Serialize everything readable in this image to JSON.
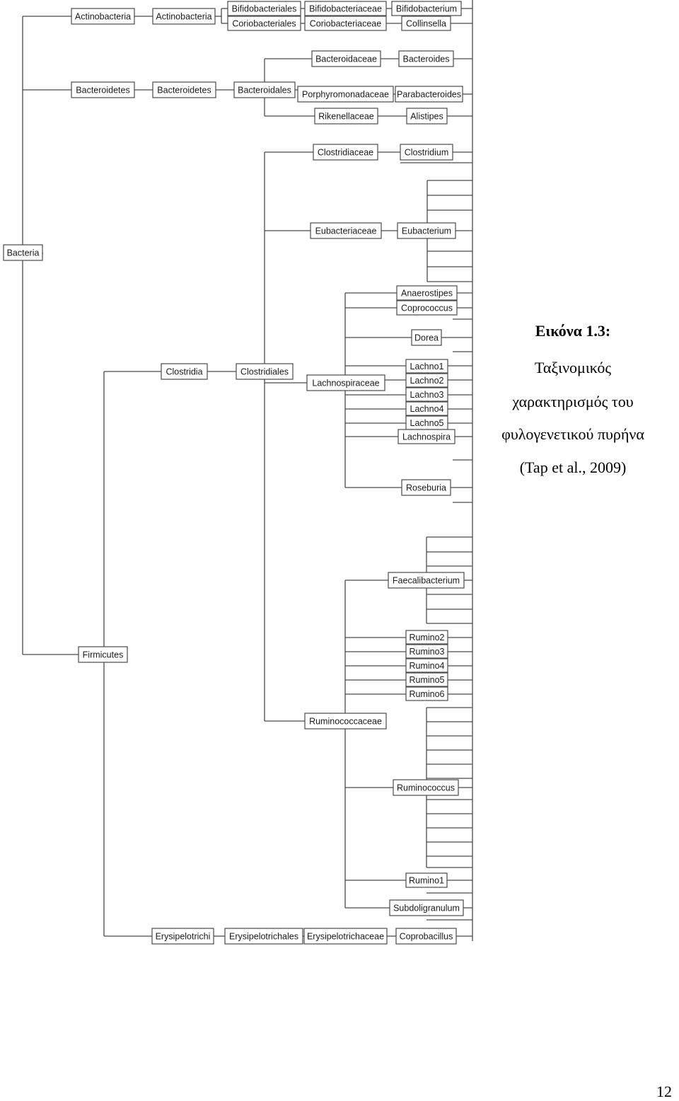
{
  "caption": {
    "title": "Εικόνα 1.3:",
    "line1": "Ταξινομικός",
    "line2": "χαρακτηρισμός του",
    "line3": "φυλογενετικού πυρήνα",
    "line4": "(Tap et al., 2009)"
  },
  "page_number": "12",
  "tree": {
    "root": "Bacteria",
    "phyla": [
      "Actinobacteria",
      "Bacteroidetes",
      "Firmicutes"
    ],
    "classes": [
      "Actinobacteria",
      "Bacteroidetes",
      "Clostridia",
      "Erysipelotrichi"
    ],
    "orders": [
      "Bifidobacteriales",
      "Coriobacteriales",
      "Bacteroidales",
      "Clostridiales",
      "Erysipelotrichales"
    ],
    "families": [
      "Bifidobacteriaceae",
      "Coriobacteriaceae",
      "Bacteroidaceae",
      "Porphyromonadaceae",
      "Rikenellaceae",
      "Clostridiaceae",
      "Eubacteriaceae",
      "Lachnospiraceae",
      "Ruminococcaceae",
      "Erysipelotrichaceae"
    ],
    "genera": [
      "Bifidobacterium",
      "Collinsella",
      "Bacteroides",
      "Parabacteroides",
      "Alistipes",
      "Clostridium",
      "Eubacterium",
      "Anaerostipes",
      "Coprococcus",
      "Dorea",
      "Lachno1",
      "Lachno2",
      "Lachno3",
      "Lachno4",
      "Lachno5",
      "Lachnospira",
      "Roseburia",
      "Faecalibacterium",
      "Rumino2",
      "Rumino3",
      "Rumino4",
      "Rumino5",
      "Rumino6",
      "Ruminococcus",
      "Rumino1",
      "Subdoligranulum",
      "Coprobacillus"
    ]
  }
}
